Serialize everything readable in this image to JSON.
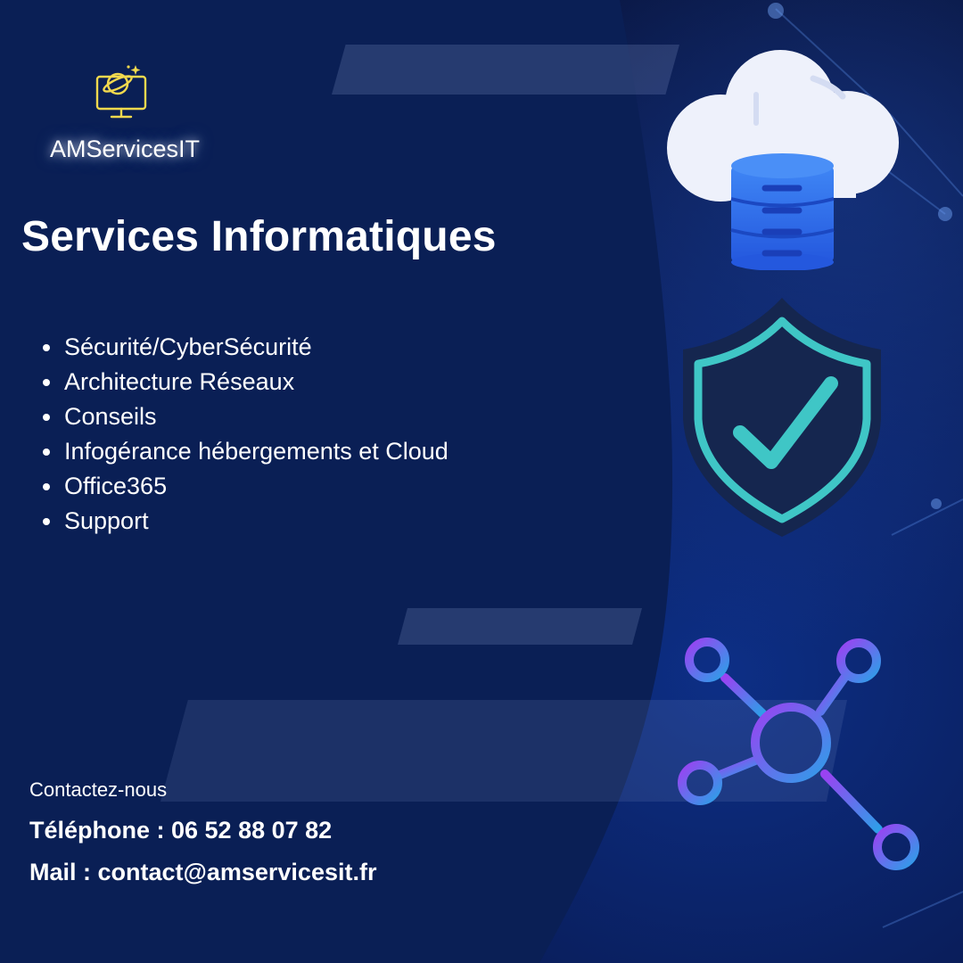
{
  "brand": {
    "name": "AMServicesIT"
  },
  "headline": "Services Informatiques",
  "services": [
    "Sécurité/CyberSécurité",
    "Architecture Réseaux",
    "Conseils",
    "Infogérance hébergements et Cloud",
    "Office365",
    "Support"
  ],
  "contact": {
    "label": "Contactez-nous",
    "phone": "Téléphone : 06 52 88 07 82",
    "mail": "Mail : contact@amservicesit.fr"
  },
  "colors": {
    "background": "#0a1f55",
    "logo": "#f2d94e",
    "shield_accent": "#3fc6c6",
    "cloud": "#eef1fb",
    "database": "#2a63e6"
  },
  "icons": [
    "monitor-globe-logo-icon",
    "cloud-database-icon",
    "shield-check-icon",
    "network-nodes-icon"
  ]
}
